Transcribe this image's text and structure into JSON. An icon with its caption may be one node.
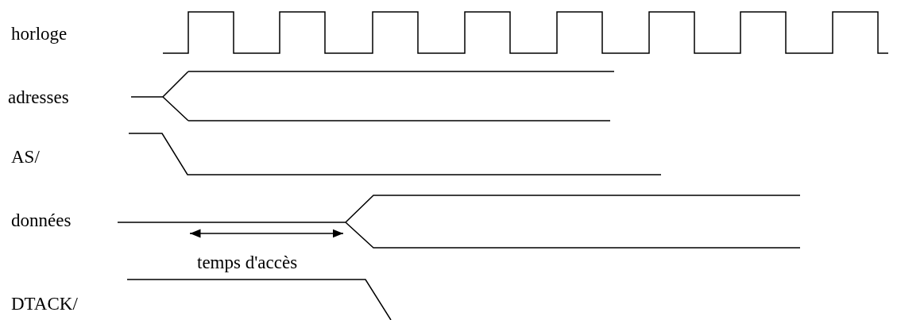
{
  "diagram": {
    "labels": [
      "horloge",
      "adresses",
      "AS/",
      "données",
      "temps d'accès",
      "DTACK/"
    ]
  }
}
